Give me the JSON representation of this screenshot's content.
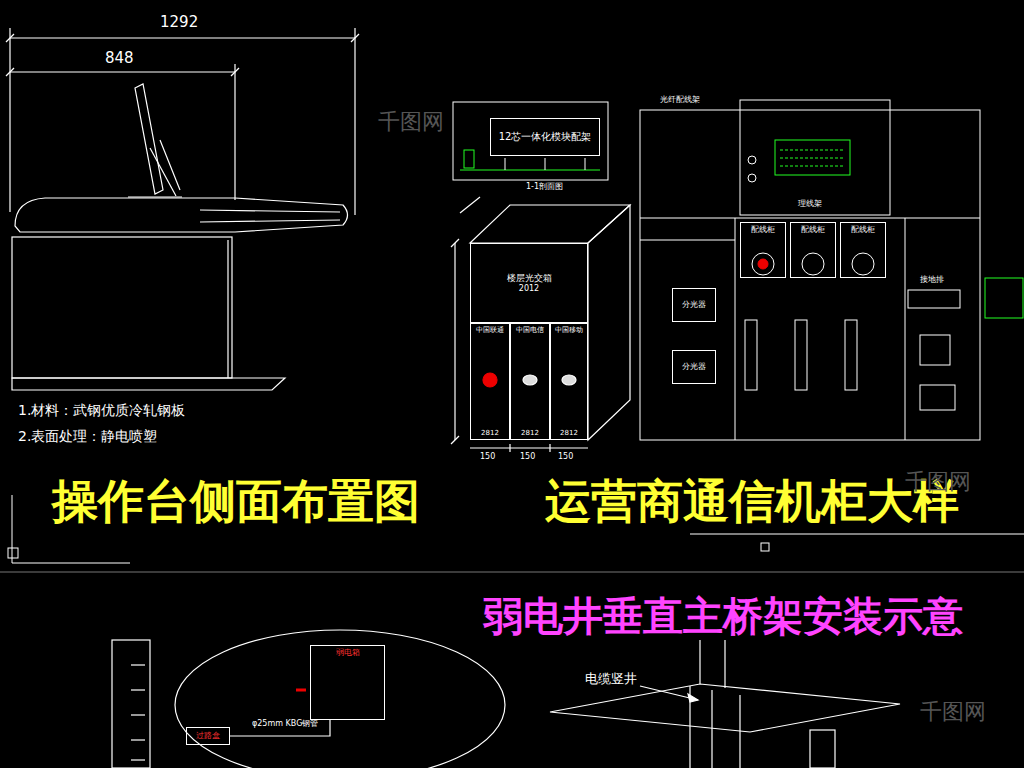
{
  "diagram": {
    "nodes": [
      {
        "text": [
          "楼层光交箱",
          "2012"
        ]
      },
      {
        "text": [
          "中国联通",
          "2812"
        ]
      },
      {
        "text": [
          "中国电信",
          "2812"
        ]
      },
      {
        "text": [
          "中国移动",
          "2812"
        ]
      },
      {
        "text": [
          "12芯一体化模块配架"
        ]
      },
      {
        "text": [
          "分光器"
        ]
      },
      {
        "text": [
          "分光器"
        ]
      },
      {
        "text": [
          "配线柜"
        ]
      },
      {
        "text": [
          "配线柜"
        ]
      },
      {
        "text": [
          "配线柜"
        ]
      },
      {
        "text": [
          "弱电箱"
        ]
      },
      {
        "text": [
          "过路盒"
        ]
      }
    ],
    "edges": [
      {
        "from": 11,
        "to": 10,
        "arrow": "none",
        "label": "φ25mm KBG钢管"
      }
    ],
    "labels": [
      "1292",
      "848",
      "1.材料：武钢优质冷轧钢板",
      "2.表面处理：静电喷塑",
      "操作台侧面布置图",
      "运营商通信机柜大样",
      "弱电井垂直主桥架安装示意",
      "1-1剖面图",
      "150",
      "150",
      "150",
      "光纤配线架",
      "理线架",
      "接地排",
      "电缆竖井",
      "千图网",
      "千图网",
      "千图网"
    ]
  }
}
